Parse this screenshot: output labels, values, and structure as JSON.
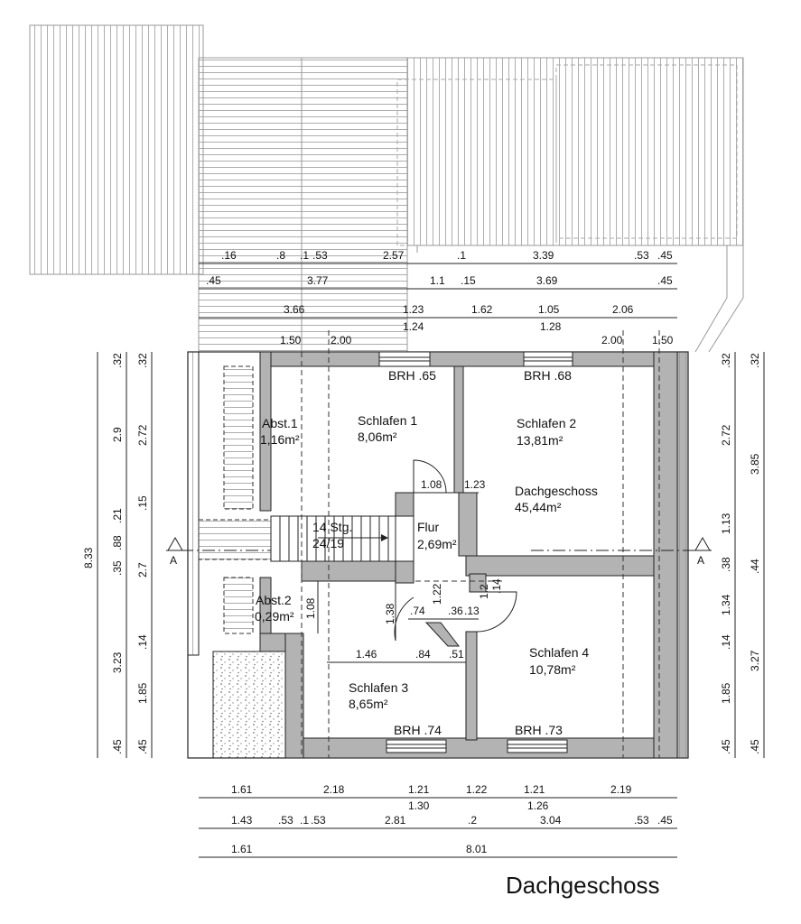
{
  "title": "Dachgeschoss",
  "rooms": {
    "abst1": {
      "name": "Abst.1",
      "area": "1,16m²"
    },
    "schlafen1": {
      "name": "Schlafen 1",
      "area": "8,06m²"
    },
    "schlafen2": {
      "name": "Schlafen 2",
      "area": "13,81m²"
    },
    "dachgeschoss": {
      "name": "Dachgeschoss",
      "area": "45,44m²"
    },
    "flur": {
      "name": "Flur",
      "area": "2,69m²"
    },
    "stair_count": "14 Stg.",
    "stair_ratio": "24/19",
    "abst2": {
      "name": "Abst.2",
      "area": "0,29m²"
    },
    "schlafen3": {
      "name": "Schlafen 3",
      "area": "8,65m²"
    },
    "schlafen4": {
      "name": "Schlafen 4",
      "area": "10,78m²"
    }
  },
  "windows": {
    "brh_top_left": "BRH .65",
    "brh_top_right": "BRH .68",
    "brh_bottom_left": "BRH .74",
    "brh_bottom_right": "BRH .73"
  },
  "section_marker": "A",
  "top_dims": {
    "row1": [
      ".16",
      ".8",
      ".1",
      ".53",
      "2.57",
      ".1",
      "3.39",
      ".53",
      ".45"
    ],
    "row2": [
      ".45",
      "3.77",
      "1.1",
      ".15",
      "3.69",
      ".45"
    ],
    "row3": [
      "3.66",
      "1.23",
      "1.62",
      "1.05",
      "2.06"
    ],
    "row3_sub": [
      "1.24",
      "1.28"
    ],
    "markers": [
      "1.50",
      "2.00",
      "2.00",
      "1.50"
    ]
  },
  "interior_dims": {
    "d108": "1.08",
    "d123": "1.23",
    "d108v": "1.08",
    "d138": "1.38",
    "d74": ".74",
    "d122": "1.22",
    "d36": ".36",
    "d13": ".13",
    "d12": "1.2",
    "d14": ".14",
    "d146": "1.46",
    "d84": ".84",
    "d51": ".51"
  },
  "left_dims": {
    "outer": "8.33",
    "col1": [
      ".32",
      "2.9",
      ".21",
      ".88",
      ".35",
      "3.23",
      ".45"
    ],
    "col2": [
      ".32",
      "2.72",
      ".15",
      "2.7",
      ".14",
      "1.85",
      ".45"
    ]
  },
  "right_dims": {
    "col1": [
      ".32",
      "2.72",
      "1.13",
      ".38",
      "1.34",
      ".14",
      "1.85",
      ".45"
    ],
    "col2": [
      ".32",
      "3.85",
      ".44",
      "3.27",
      ".45"
    ]
  },
  "bottom_dims": {
    "row1": [
      "1.61",
      "2.18",
      "1.21",
      "1.22",
      "1.21",
      "2.19"
    ],
    "row1_sub": [
      "1.30",
      "1.26"
    ],
    "row2": [
      "1.43",
      ".53",
      ".1",
      ".53",
      "2.81",
      ".2",
      "3.04",
      ".53",
      ".45"
    ],
    "row3": [
      "1.61",
      "8.01"
    ]
  }
}
